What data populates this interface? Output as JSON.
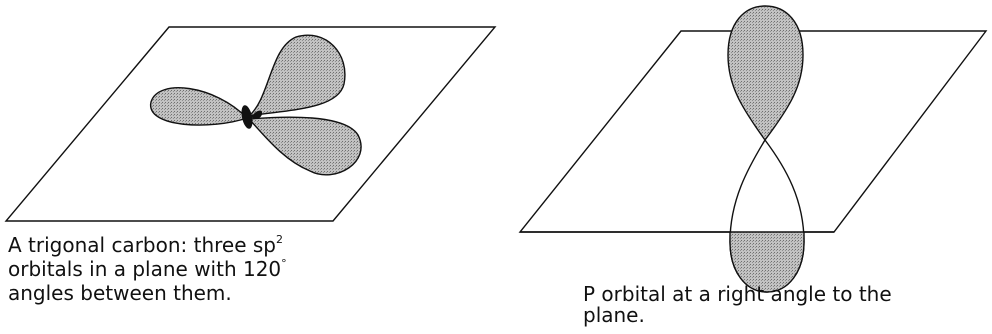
{
  "left_figure": {
    "caption": {
      "line1_before": "A trigonal carbon: three sp",
      "line1_sup": "2",
      "line2_before": "orbitals in a plane with 120",
      "line2_sup": "°",
      "line3": "angles between them."
    }
  },
  "right_figure": {
    "caption": {
      "line1": "P orbital at a right angle to the",
      "line2": "plane."
    }
  },
  "colors": {
    "line": "#111111",
    "lobe_fill": "#b9b9b9",
    "lobe_dots": "#6f6f6f"
  }
}
